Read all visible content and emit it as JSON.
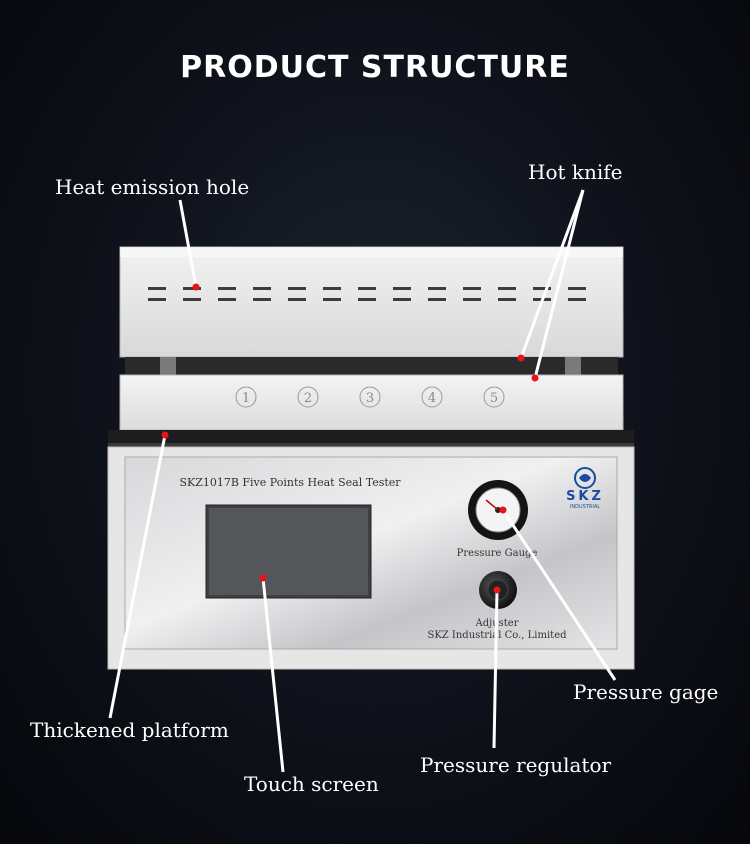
{
  "heading": "PRODUCT STRUCTURE",
  "callouts": {
    "heat_emission_hole": "Heat emission hole",
    "hot_knife": "Hot knife",
    "thickened_platform": "Thickened platform",
    "touch_screen": "Touch screen",
    "pressure_gage": "Pressure gage",
    "pressure_regulator": "Pressure regulator"
  },
  "device": {
    "model_label": "SKZ1017B Five Points Heat Seal Tester",
    "gauge_label": "Pressure Gauge",
    "adjuster_label": "Adjuster",
    "company_label": "SKZ Industrial Co., Limited",
    "brand": "SKZ",
    "brand_sub": "INDUSTRIAL",
    "seal_points": [
      "1",
      "2",
      "3",
      "4",
      "5"
    ]
  },
  "colors": {
    "marker": "#e8141a",
    "steel": "#c9cacc",
    "housing": "#ebebeb"
  }
}
